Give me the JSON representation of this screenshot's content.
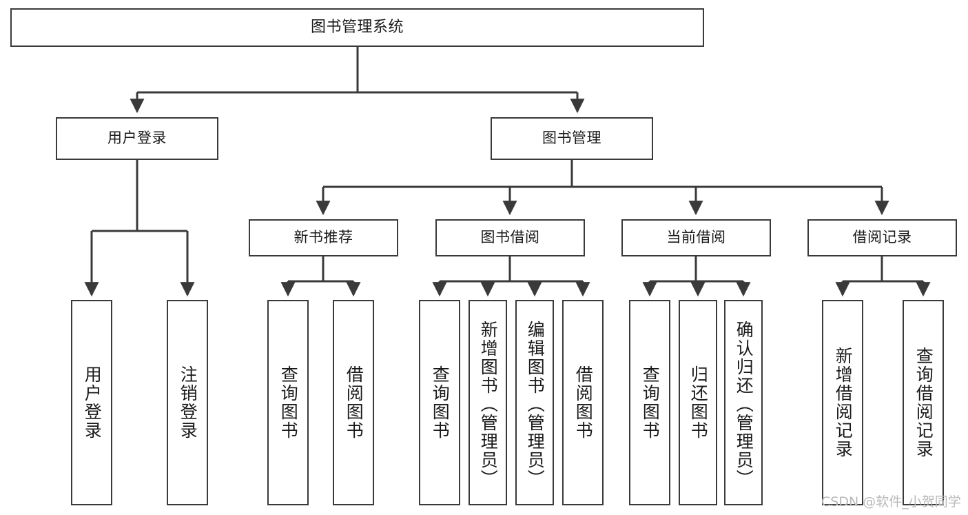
{
  "diagram": {
    "title": "图书管理系统",
    "style": {
      "border_color": "#3a3a3a",
      "background": "#ffffff",
      "text_color": "#1a1a1a",
      "watermark_color": "#b9b9b9"
    },
    "levels": {
      "root": "图书管理系统",
      "level1": [
        "用户登录",
        "图书管理"
      ],
      "level2": [
        "新书推荐",
        "图书借阅",
        "当前借阅",
        "借阅记录"
      ]
    },
    "nodes": {
      "root": "图书管理系统",
      "user_login": "用户登录",
      "book_manage": "图书管理",
      "new_book_rec": "新书推荐",
      "book_borrow": "图书借阅",
      "current_borrow": "当前借阅",
      "borrow_record": "借阅记录",
      "leaf_user_login": "用户登录",
      "leaf_user_logout": "注销登录",
      "leaf_query_book_1": "查询图书",
      "leaf_borrow_book_1": "借阅图书",
      "leaf_query_book_2": "查询图书",
      "leaf_add_book_admin": "新增图书（管理员）",
      "leaf_edit_book_admin": "编辑图书（管理员）",
      "leaf_borrow_book_2": "借阅图书",
      "leaf_query_book_3": "查询图书",
      "leaf_return_book": "归还图书",
      "leaf_confirm_return_admin": "确认归还（管理员）",
      "leaf_add_borrow_record": "新增借阅记录",
      "leaf_query_borrow_record": "查询借阅记录"
    },
    "watermark": "CSDN @软件_小贺同学"
  }
}
